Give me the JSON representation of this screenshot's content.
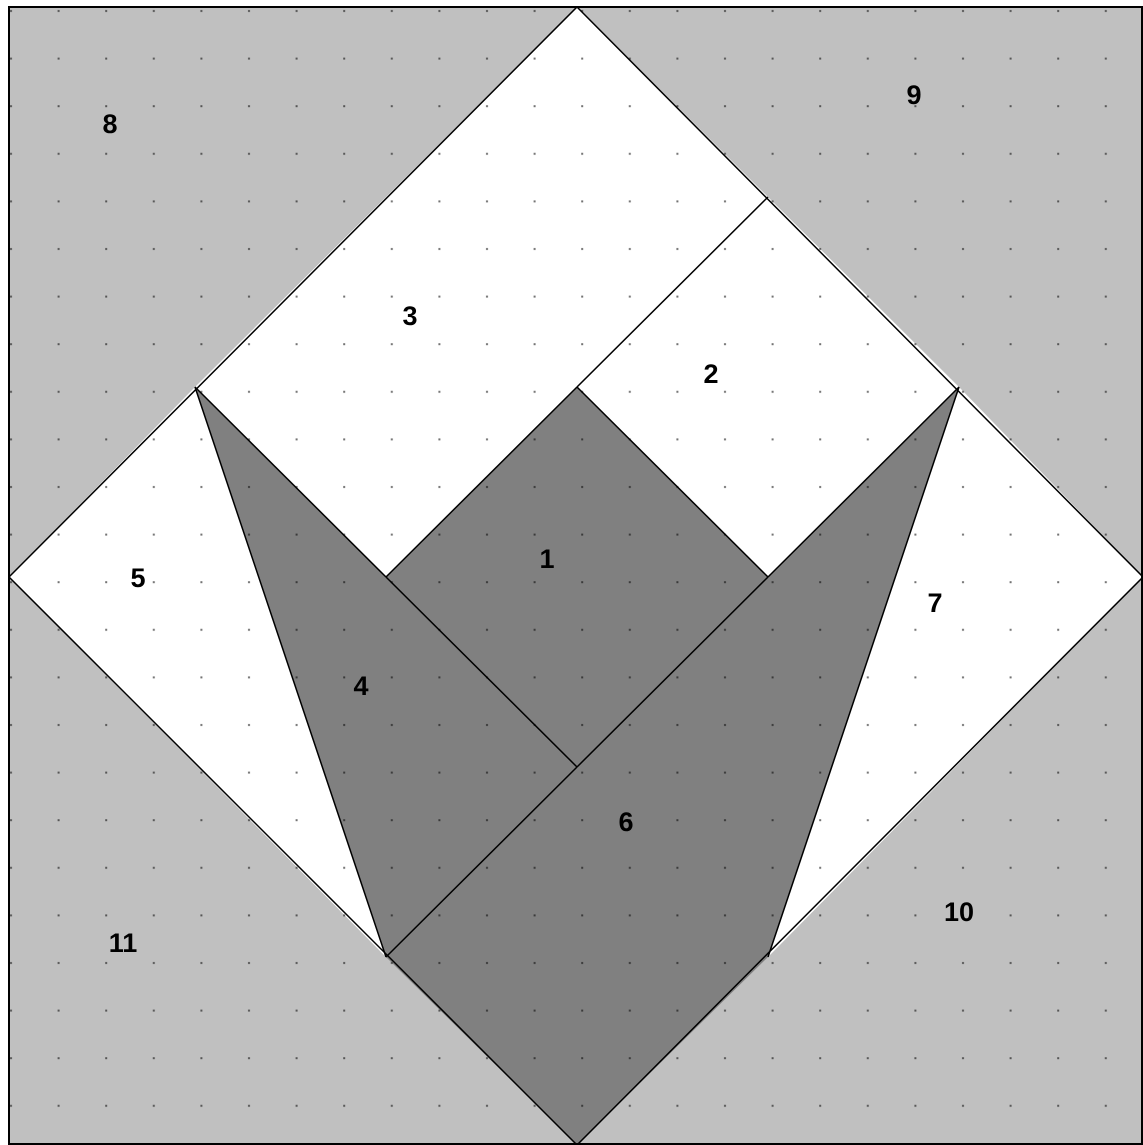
{
  "diagram": {
    "pieces": [
      {
        "id": "1",
        "label": "1",
        "shade": "dark"
      },
      {
        "id": "2",
        "label": "2",
        "shade": "light"
      },
      {
        "id": "3",
        "label": "3",
        "shade": "light"
      },
      {
        "id": "4",
        "label": "4",
        "shade": "dark"
      },
      {
        "id": "5",
        "label": "5",
        "shade": "light"
      },
      {
        "id": "6",
        "label": "6",
        "shade": "dark"
      },
      {
        "id": "7",
        "label": "7",
        "shade": "light"
      },
      {
        "id": "8",
        "label": "8",
        "shade": "gray"
      },
      {
        "id": "9",
        "label": "9",
        "shade": "gray"
      },
      {
        "id": "10",
        "label": "10",
        "shade": "gray"
      },
      {
        "id": "11",
        "label": "11",
        "shade": "gray"
      }
    ],
    "colors": {
      "gray": "#c0c0c0",
      "light": "#ffffff",
      "dark": "#808080",
      "line": "#000000",
      "dots": "#000000"
    }
  }
}
